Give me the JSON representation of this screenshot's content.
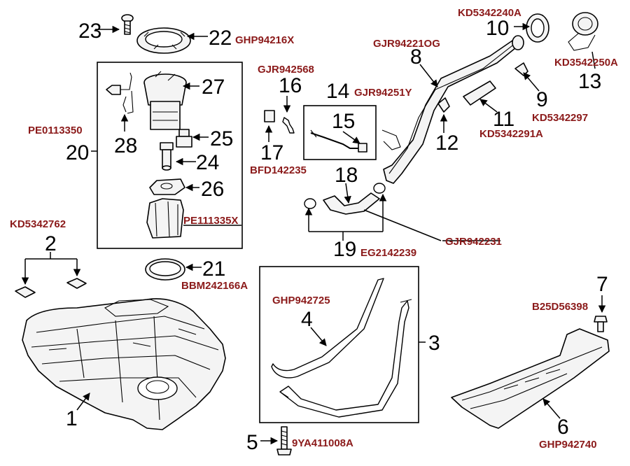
{
  "callouts": [
    {
      "id": "1",
      "number": "1",
      "code": ""
    },
    {
      "id": "2",
      "number": "2",
      "code": "KD5342762"
    },
    {
      "id": "3",
      "number": "3",
      "code": ""
    },
    {
      "id": "4",
      "number": "4",
      "code": "GHP942725"
    },
    {
      "id": "5",
      "number": "5",
      "code": "9YA411008A"
    },
    {
      "id": "6",
      "number": "6",
      "code": "GHP942740"
    },
    {
      "id": "7",
      "number": "7",
      "code": "B25D56398"
    },
    {
      "id": "8",
      "number": "8",
      "code": "GJR94221OG"
    },
    {
      "id": "9",
      "number": "9",
      "code": "KD5342297"
    },
    {
      "id": "10",
      "number": "10",
      "code": "KD5342240A"
    },
    {
      "id": "11",
      "number": "11",
      "code": "KD5342291A"
    },
    {
      "id": "12",
      "number": "12",
      "code": ""
    },
    {
      "id": "13",
      "number": "13",
      "code": "KD3542250A"
    },
    {
      "id": "14",
      "number": "14",
      "code": "GJR94251Y"
    },
    {
      "id": "15",
      "number": "15",
      "code": ""
    },
    {
      "id": "16",
      "number": "16",
      "code": "GJR942568"
    },
    {
      "id": "17",
      "number": "17",
      "code": "BFD142235"
    },
    {
      "id": "18",
      "number": "18",
      "code": "GJR942231"
    },
    {
      "id": "19",
      "number": "19",
      "code": "EG2142239"
    },
    {
      "id": "20",
      "number": "20",
      "code": "PE0113350"
    },
    {
      "id": "21",
      "number": "21",
      "code": "BBM242166A"
    },
    {
      "id": "22",
      "number": "22",
      "code": "GHP94216X"
    },
    {
      "id": "23",
      "number": "23",
      "code": ""
    },
    {
      "id": "24",
      "number": "24",
      "code": ""
    },
    {
      "id": "25",
      "number": "25",
      "code": ""
    },
    {
      "id": "26",
      "number": "26",
      "code": ""
    },
    {
      "id": "27",
      "number": "27",
      "code": ""
    },
    {
      "id": "28",
      "number": "28",
      "code": ""
    },
    {
      "id": "20b",
      "number": "",
      "code": "PE111335X"
    }
  ]
}
